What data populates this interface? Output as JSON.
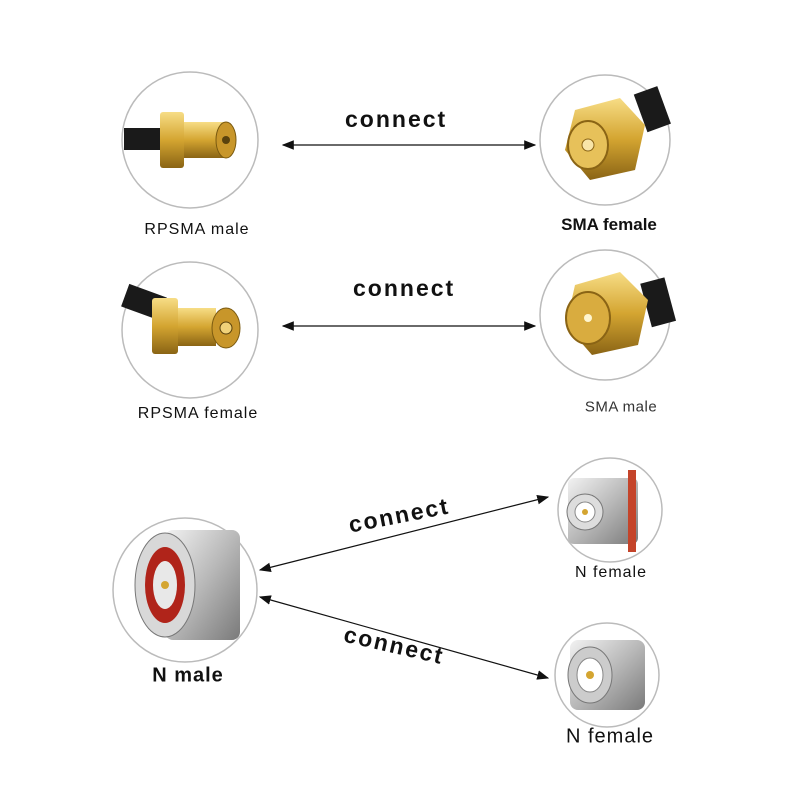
{
  "connect_label": "connect",
  "pairs": [
    {
      "left": "RPSMA male",
      "right": "SMA female"
    },
    {
      "left": "RPSMA female",
      "right": "SMA male"
    }
  ],
  "n_section": {
    "male": "N male",
    "female_top": "N female",
    "female_bottom": "N female"
  },
  "colors": {
    "gold": "#d4a531",
    "silver": "#c9c9c9",
    "cable": "#1a1a1a"
  }
}
